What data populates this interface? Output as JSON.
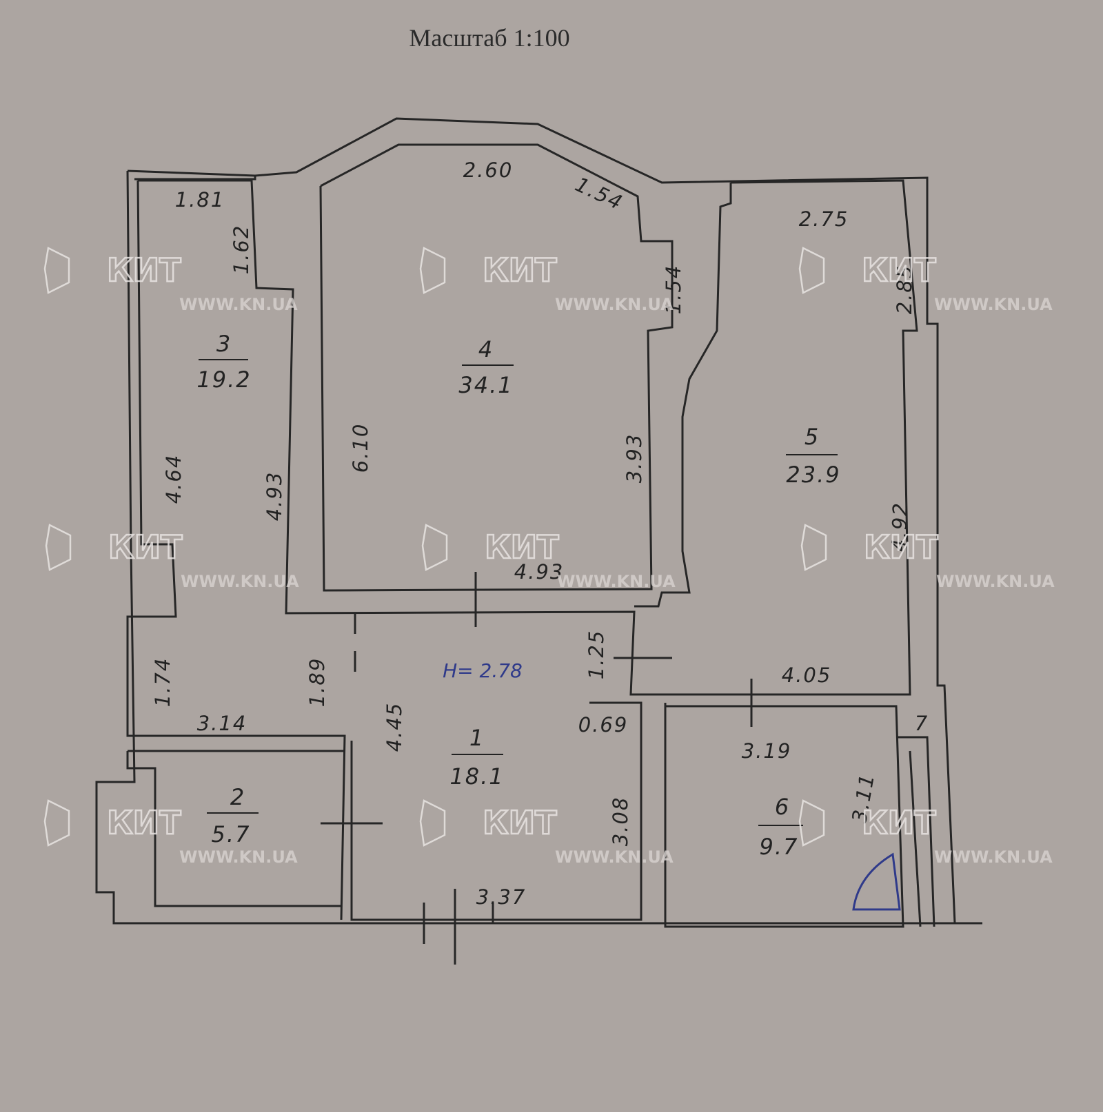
{
  "header": {
    "scale": "Масштаб 1:100"
  },
  "ceiling_height": "H= 2.78",
  "rooms": [
    {
      "number": "1",
      "area": "18.1"
    },
    {
      "number": "2",
      "area": "5.7"
    },
    {
      "number": "3",
      "area": "19.2"
    },
    {
      "number": "4",
      "area": "34.1"
    },
    {
      "number": "5",
      "area": "23.9"
    },
    {
      "number": "6",
      "area": "9.7"
    }
  ],
  "dimensions": [
    "1.81",
    "1.62",
    "2.60",
    "1.54",
    "2.75",
    "1.54",
    "2.85",
    "6.10",
    "3.93",
    "4.64",
    "4.93",
    "4.92",
    "4.93",
    "1.25",
    "4.05",
    "1.74",
    "1.89",
    "3.14",
    "4.45",
    "0.69",
    "3.19",
    "3.11",
    "7",
    "3.08",
    "3.37"
  ],
  "watermark": {
    "logo": "КИТ",
    "url": "WWW.KN.UA"
  },
  "colors": {
    "paper": "#aca5a1",
    "ink": "#262626",
    "handwriting": "#2f3a8a"
  }
}
